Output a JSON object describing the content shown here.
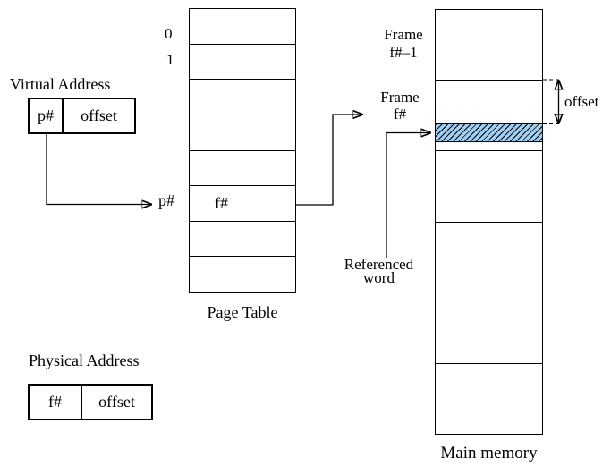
{
  "background": "#ffffff",
  "line_color": "#000000",
  "virtual_address": {
    "title": "Virtual Address",
    "page_field": "p#",
    "offset_field": "offset"
  },
  "physical_address": {
    "title": "Physical Address",
    "frame_field": "f#",
    "offset_field": "offset"
  },
  "page_table": {
    "caption": "Page Table",
    "row_count": 8,
    "index_0": "0",
    "index_1": "1",
    "index_p": "p#",
    "entry_value": "f#",
    "entry_row": 5
  },
  "main_memory": {
    "caption": "Main memory",
    "row_count": 6,
    "highlight_fill": "#9fd0f4",
    "frame_prev_line1": "Frame",
    "frame_prev_line2": "f#–1",
    "frame_line1": "Frame",
    "frame_line2": "f#",
    "referenced_line1": "Referenced",
    "referenced_line2": "word",
    "offset_label": "offset"
  }
}
